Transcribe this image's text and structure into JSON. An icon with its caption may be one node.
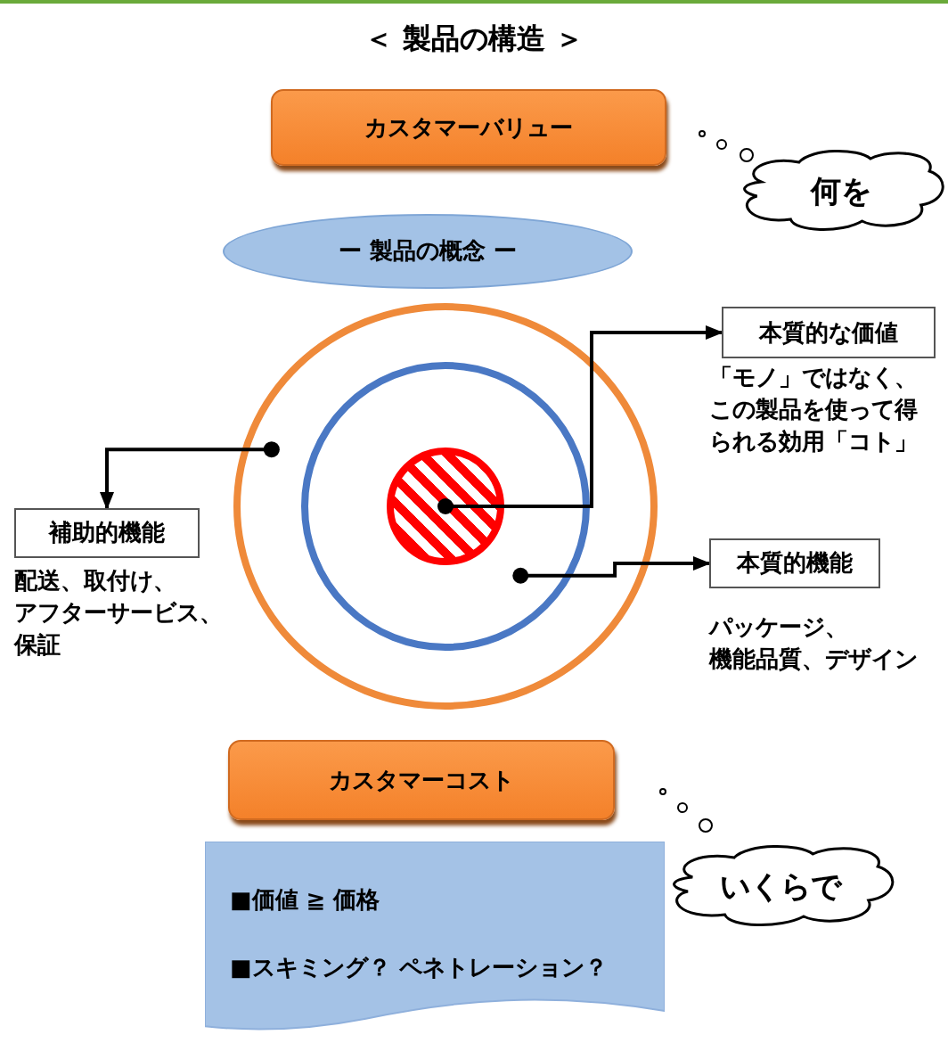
{
  "diagram": {
    "title": "＜ 製品の構造 ＞",
    "nodes": [
      {
        "text": [
          "カスタマーバリュー"
        ]
      },
      {
        "text": [
          "何を"
        ]
      },
      {
        "text": [
          "ー 製品の概念 ー"
        ]
      },
      {
        "text": [],
        "shape": "circle"
      },
      {
        "text": [],
        "shape": "circle",
        "in": 3
      },
      {
        "text": [],
        "shape": "circle",
        "in": 4
      },
      {
        "text": [
          "本質的な価値"
        ],
        "beside": [
          "「モノ」ではなく、この製品を使って得られる効用「コト」"
        ]
      },
      {
        "text": [
          "補助的機能"
        ],
        "beside": [
          "配送、取付け、アフターサービス、保証"
        ]
      },
      {
        "text": [
          "本質的機能"
        ],
        "beside": [
          "パッケージ、機能品質、デザイン"
        ]
      },
      {
        "text": [
          "カスタマーコスト"
        ]
      },
      {
        "text": [
          "いくらで"
        ]
      },
      {
        "text": [
          "■価値 ≧ 価格",
          "■スキミング？ ペネトレーション？"
        ]
      }
    ],
    "edges": [
      {
        "from": 5,
        "to": 6,
        "arrow": "to"
      },
      {
        "from": 3,
        "to": 7,
        "arrow": "to"
      },
      {
        "from": 4,
        "to": 8,
        "arrow": "to"
      }
    ]
  }
}
